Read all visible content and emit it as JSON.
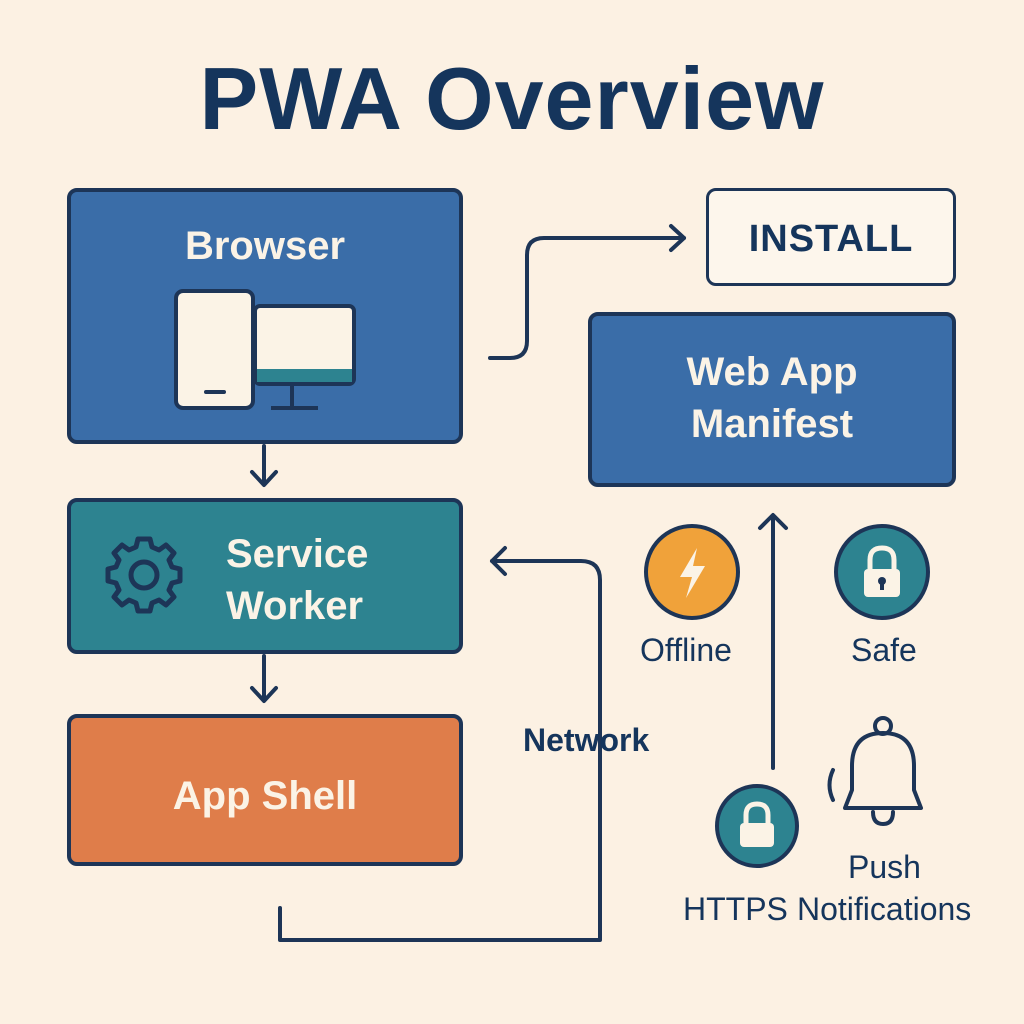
{
  "title": "PWA Overview",
  "nodes": {
    "browser": "Browser",
    "service_worker": [
      "Service",
      "Worker"
    ],
    "app_shell": "App Shell",
    "install": "INSTALL",
    "manifest": [
      "Web App",
      "Manifest"
    ]
  },
  "edge_labels": {
    "network": "Network"
  },
  "features": {
    "offline": "Offline",
    "safe": "Safe",
    "https": "HTTPS",
    "push": [
      "Push",
      "Notifications"
    ]
  },
  "colors": {
    "background": "#fcf1e3",
    "navy": "#1d3557",
    "blue": "#3a6da8",
    "teal": "#2d8390",
    "orange": "#df7d4a",
    "amber": "#f0a23a"
  },
  "icons": {
    "browser": "devices-icon",
    "service_worker": "gear-icon",
    "offline": "lightning-icon",
    "safe": "lock-icon",
    "https": "lock-icon",
    "push": "bell-icon"
  }
}
